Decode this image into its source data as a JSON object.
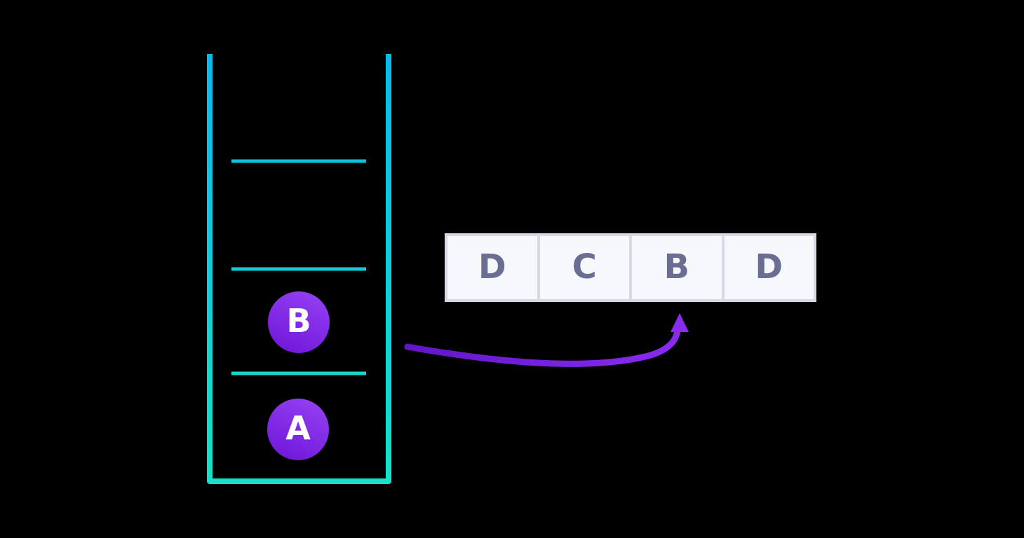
{
  "stack": {
    "slots": [
      {
        "label": "B"
      },
      {
        "label": "A"
      }
    ],
    "empty_compartments": 2,
    "outline_color_top": "#0FB8E8",
    "outline_color_bottom": "#18E0C9"
  },
  "item_style": {
    "circle_gradient_start": "#9643F4",
    "circle_gradient_end": "#6D14D8",
    "letter_color": "#FFFFFF"
  },
  "array": {
    "cells": [
      {
        "label": "D"
      },
      {
        "label": "C"
      },
      {
        "label": "B"
      },
      {
        "label": "D"
      }
    ],
    "cell_background": "#F7F8FC",
    "border_color": "#D5DAE6",
    "letter_color": "#6B6E93"
  },
  "arrow": {
    "color_start": "#6216C8",
    "color_end": "#8B2BF0",
    "from": "stack",
    "to": "array cell B"
  },
  "background_color": "#000000"
}
